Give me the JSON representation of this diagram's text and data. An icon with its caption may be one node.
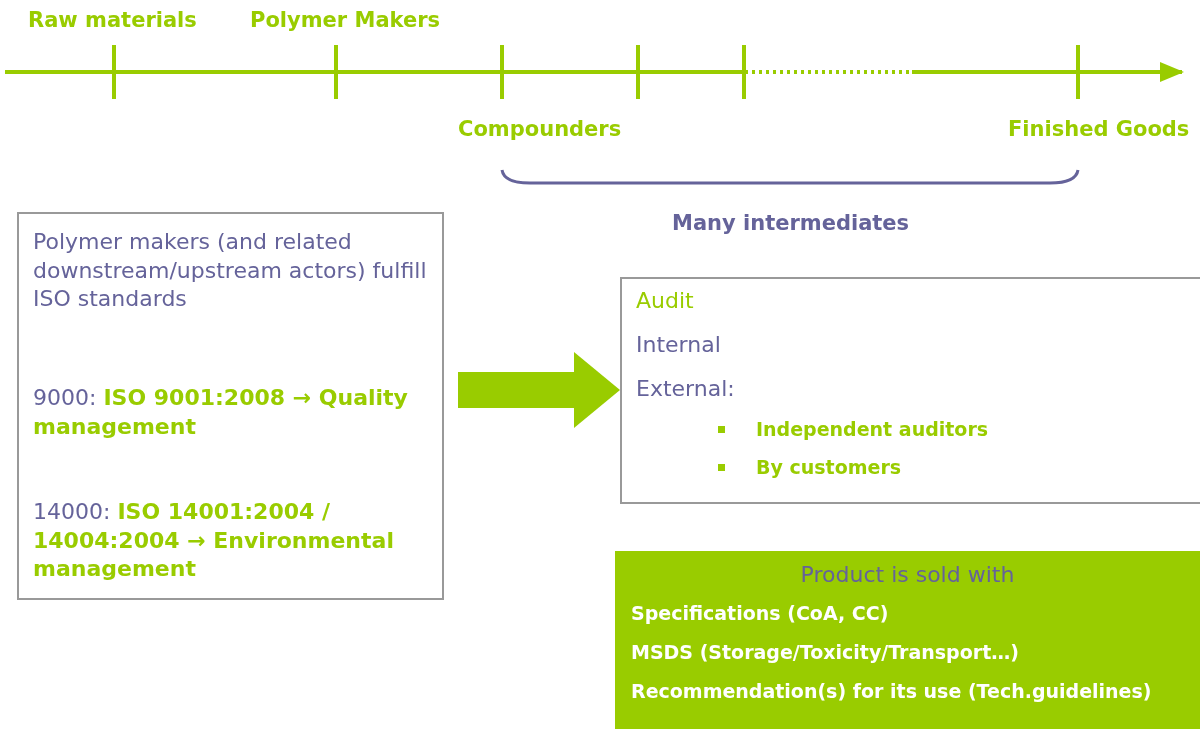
{
  "diagram": {
    "nodes": [
      {
        "text": [
          "Polymer makers (and related downstream/upstream actors) fulfill ISO standards",
          "9000: **ISO 9001:2008 → Quality management**",
          "14000: **ISO 14001:2004 / 14004:2004 → Environmental management**"
        ]
      },
      {
        "text": [
          "Audit",
          "Internal",
          "External:",
          "Independent auditors",
          "By customers"
        ]
      },
      {
        "text": [
          "Product is sold with",
          "Specifications (CoA, CC)",
          "MSDS (Storage/Toxicity/Transport…)",
          "Recommendation(s) for its use (Tech.guidelines)"
        ]
      }
    ],
    "edges": [
      {
        "from": 0,
        "to": 1,
        "arrow": "to"
      }
    ],
    "labels": [
      "Raw materials",
      "Polymer Makers",
      "Compounders",
      "Finished Goods",
      "Many intermediates"
    ]
  }
}
